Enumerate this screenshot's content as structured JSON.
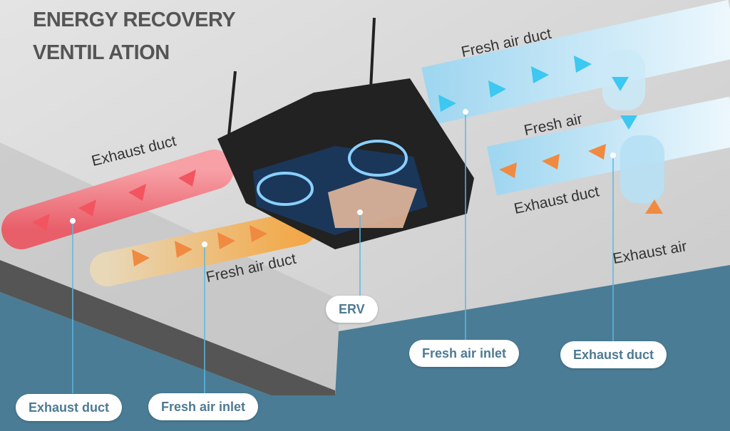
{
  "title": {
    "line1": "ENERGY RECOVERY",
    "line2": "VENTIL ATION"
  },
  "duct_captions": {
    "exhaust_left": "Exhaust duct",
    "fresh_left": "Fresh air duct",
    "fresh_top": "Fresh air duct",
    "fresh_air": "Fresh air",
    "exhaust_right": "Exhaust duct",
    "exhaust_air": "Exhaust air"
  },
  "labels": {
    "erv": "ERV",
    "exhaust_duct_left": "Exhaust duct",
    "fresh_air_inlet_left": "Fresh air inlet",
    "fresh_air_inlet_right": "Fresh air inlet",
    "exhaust_duct_right": "Exhaust duct"
  },
  "colors": {
    "teal": "#4a7c95",
    "exhaust": "#f0707a",
    "fresh_warm": "#f0b050",
    "fresh_cool": "#8fd0ee",
    "arrow_warm": "#f08a40",
    "arrow_cool": "#3cc8f0"
  }
}
